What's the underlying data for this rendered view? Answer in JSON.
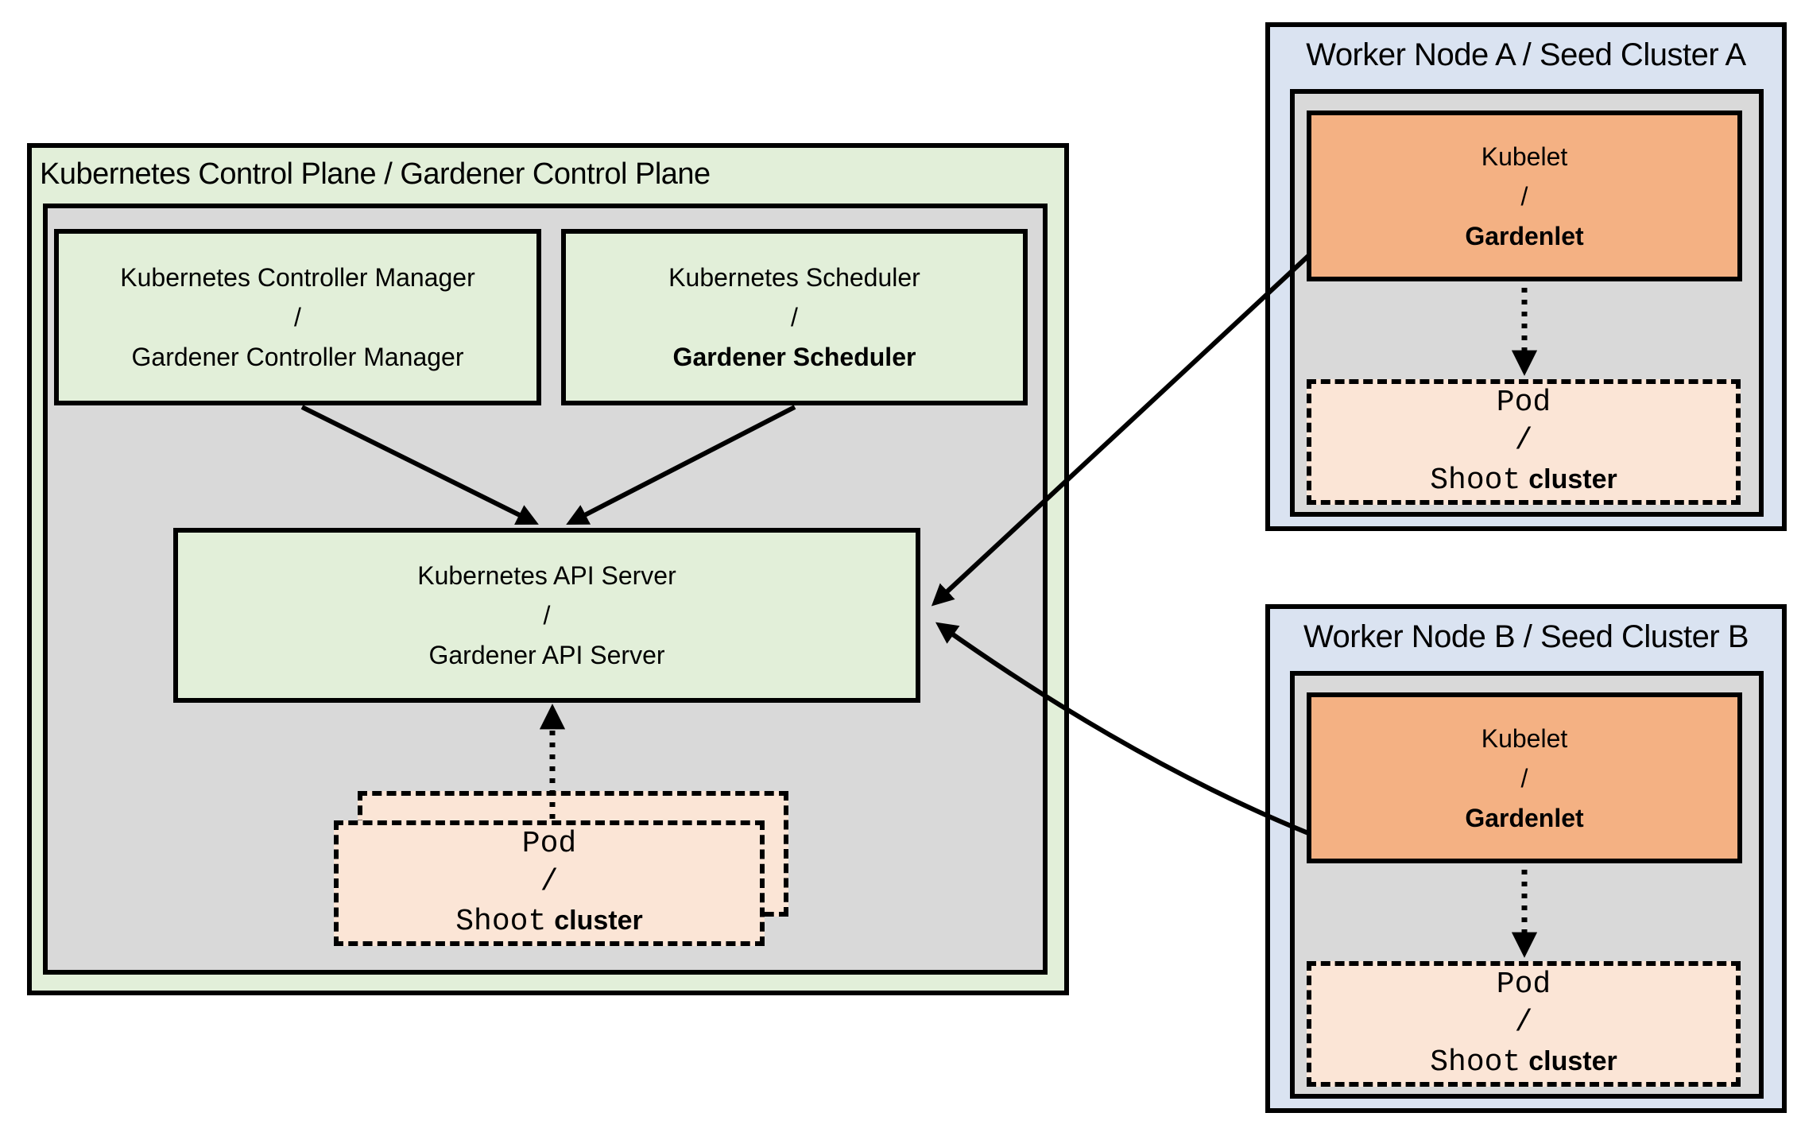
{
  "colors": {
    "box_green": "#e2efd9",
    "box_gray": "#d9d9d9",
    "box_blue": "#dae3f1",
    "box_orange": "#f4b183",
    "box_peach": "#fbe5d6",
    "line_black": "#000000"
  },
  "control_plane": {
    "title": "Kubernetes Control Plane / Gardener Control Plane",
    "controller_manager": {
      "line1": "Kubernetes Controller Manager",
      "separator": "/",
      "line2": "Gardener Controller Manager"
    },
    "scheduler": {
      "line1": "Kubernetes Scheduler",
      "separator": "/",
      "line2": "Gardener Scheduler"
    },
    "api_server": {
      "line1": "Kubernetes API Server",
      "separator": "/",
      "line2": "Gardener API Server"
    },
    "pod_stack": {
      "line1": "Pod",
      "separator": "/",
      "line3_code": "Shoot",
      "line3_label": "cluster"
    }
  },
  "worker_a": {
    "title": "Worker Node A / Seed Cluster A",
    "kubelet": {
      "line1": "Kubelet",
      "separator": "/",
      "line2": "Gardenlet"
    },
    "pod": {
      "line1": "Pod",
      "separator": "/",
      "line3_code": "Shoot",
      "line3_label": "cluster"
    }
  },
  "worker_b": {
    "title": "Worker Node B / Seed Cluster B",
    "kubelet": {
      "line1": "Kubelet",
      "separator": "/",
      "line2": "Gardenlet"
    },
    "pod": {
      "line1": "Pod",
      "separator": "/",
      "line3_code": "Shoot",
      "line3_label": "cluster"
    }
  }
}
